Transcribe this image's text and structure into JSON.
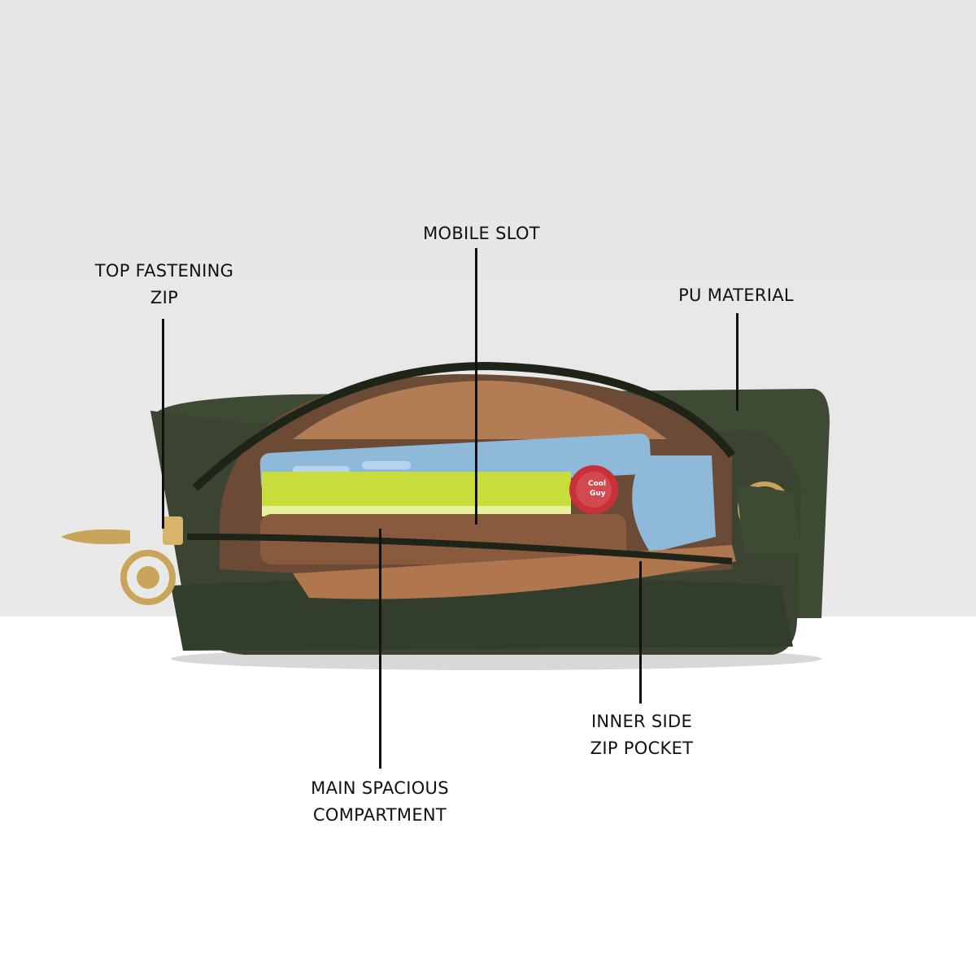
{
  "annotations": {
    "mobile_slot": "MOBILE SLOT",
    "top_zip": [
      "TOP FASTENING",
      "ZIP"
    ],
    "pu_material": "PU MATERIAL",
    "inner_pocket": [
      "INNER SIDE",
      "ZIP POCKET"
    ],
    "main_compartment": [
      "MAIN SPACIOUS",
      "COMPARTMENT"
    ]
  },
  "product_text": {
    "lipstick_label": [
      "Cool",
      "Guy"
    ]
  },
  "colors": {
    "bag": "#3b4530",
    "lining": "#b0764d",
    "background_top": "#e6e6e6",
    "phone": "#8fb9d8",
    "notebook": "#c8dc3c",
    "wallet": "#8a5a3e",
    "lipstick": "#c8303a",
    "gold": "#c9a45a"
  }
}
